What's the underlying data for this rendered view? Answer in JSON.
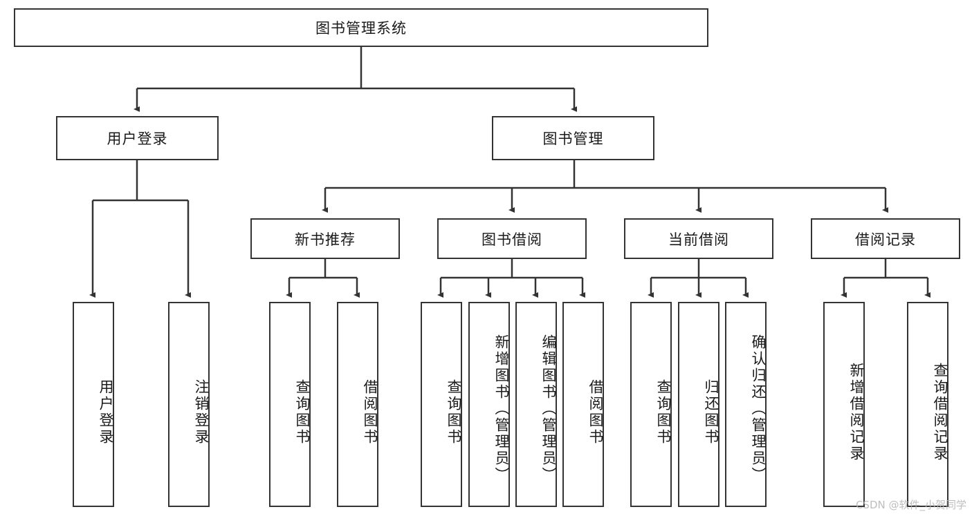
{
  "diagram": {
    "title": "图书管理系统",
    "type": "tree-hierarchy-diagram",
    "root": {
      "label": "图书管理系统"
    },
    "level2": [
      {
        "label": "用户登录"
      },
      {
        "label": "图书管理"
      }
    ],
    "level3": [
      {
        "label": "新书推荐"
      },
      {
        "label": "图书借阅"
      },
      {
        "label": "当前借阅"
      },
      {
        "label": "借阅记录"
      }
    ],
    "leaves": {
      "user_login": [
        {
          "label": "用户登录"
        },
        {
          "label": "注销登录"
        }
      ],
      "new_book_recommend": [
        {
          "label": "查询图书"
        },
        {
          "label": "借阅图书"
        }
      ],
      "book_borrow": [
        {
          "label": "查询图书"
        },
        {
          "label": "新增图书（管理员）"
        },
        {
          "label": "编辑图书（管理员）"
        },
        {
          "label": "借阅图书"
        }
      ],
      "current_borrow": [
        {
          "label": "查询图书"
        },
        {
          "label": "归还图书"
        },
        {
          "label": "确认归还（管理员）"
        }
      ],
      "borrow_record": [
        {
          "label": "新增借阅记录"
        },
        {
          "label": "查询借阅记录"
        }
      ]
    }
  },
  "watermark": {
    "text": "CSDN @软件_小贺同学"
  },
  "colors": {
    "stroke": "#333333",
    "background": "#ffffff",
    "text": "#1a1a1a",
    "watermark": "#b3b3b3"
  }
}
